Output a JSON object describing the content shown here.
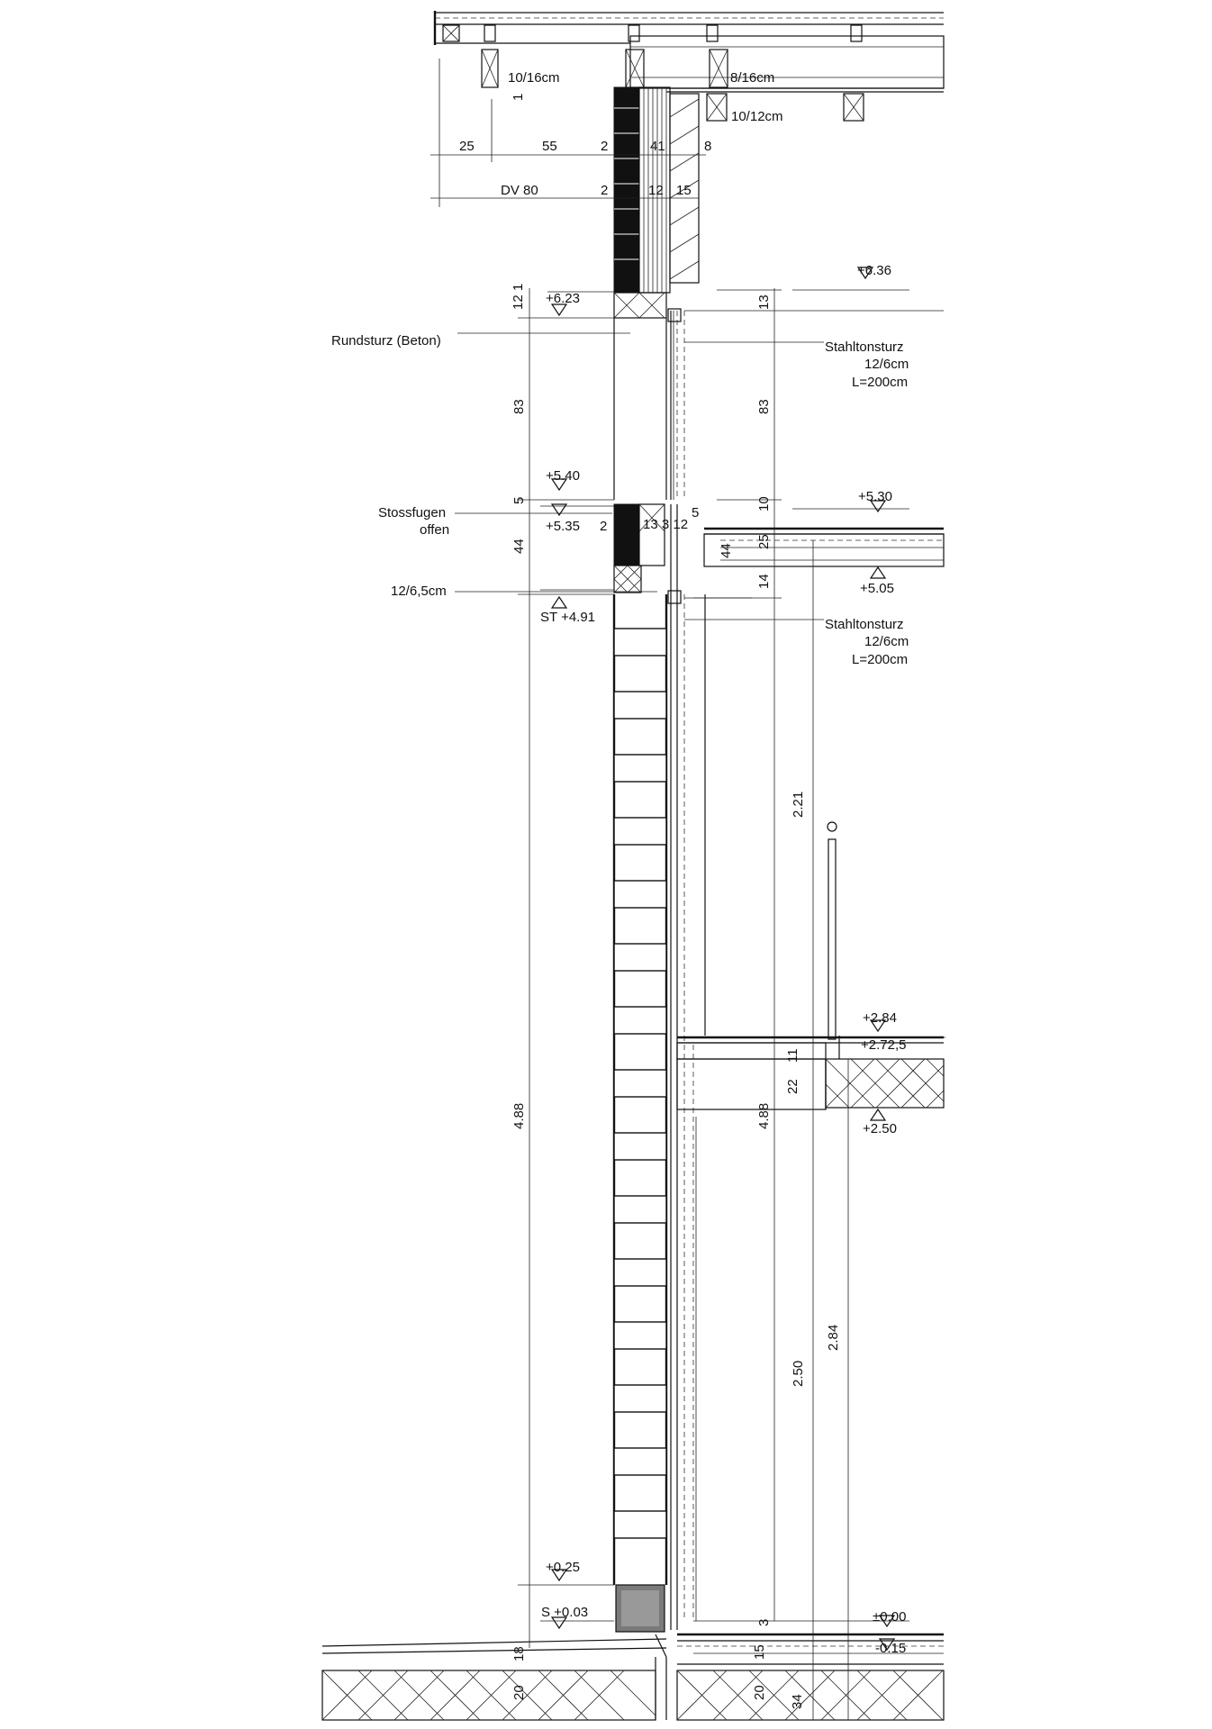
{
  "labels": {
    "rundsturz": "Rundsturz (Beton)",
    "stossfugen_1": "Stossfugen",
    "stossfugen_2": "offen",
    "anker": "12/6,5cm",
    "stahlton_top_1": "Stahltonsturz",
    "stahlton_top_2": "12/6cm",
    "stahlton_top_3": "L=200cm",
    "stahlton_mid_1": "Stahltonsturz",
    "stahlton_mid_2": "12/6cm",
    "stahlton_mid_3": "L=200cm",
    "timber_1": "10/16cm",
    "timber_2": "8/16cm",
    "timber_3": "10/12cm",
    "dv80": "DV  80"
  },
  "levels": {
    "l636": "+6.36",
    "l623": "+6.23",
    "l540": "+5.40",
    "l535": "+5.35",
    "l530": "+5.30",
    "l505": "+5.05",
    "st491": "ST +4.91",
    "l284": "+2.84",
    "l2725": "+2.72,5",
    "l250": "+2.50",
    "l025": "+0.25",
    "s003": "S +0.03",
    "l000": "±0.00",
    "lm015": "-0.15"
  },
  "dims": {
    "d25": "25",
    "d55": "55",
    "d2a": "2",
    "d41": "41",
    "d8": "8",
    "d2b": "2",
    "d12": "12",
    "d15": "15",
    "d1": "1",
    "d12_1": "12 1",
    "d83a": "83",
    "d83b": "83",
    "d13": "13",
    "d5": "5",
    "d10": "10",
    "d44": "44",
    "d25v": "25",
    "d14": "14",
    "d13_3_12": "13 3 12",
    "d2c": "2",
    "d5b": "5",
    "d44b": "44",
    "d221": "2.21",
    "d488a": "4.88",
    "d488b": "4.88",
    "d11": "11",
    "d22": "22",
    "d250": "2.50",
    "d284": "2.84",
    "d3": "3",
    "d18": "18",
    "d15b": "15",
    "d20a": "20",
    "d20b": "20",
    "d34": "34"
  }
}
